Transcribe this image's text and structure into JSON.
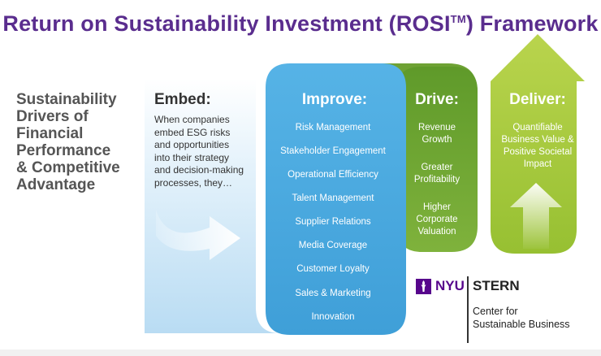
{
  "title": {
    "main": "Return on Sustainability Investment (ROSI",
    "tm": "TM",
    "suffix": ") Framework"
  },
  "drivers": [
    "Sustainability",
    "Drivers of",
    "Financial",
    "Performance",
    "& Competitive",
    "Advantage"
  ],
  "embed": {
    "heading": "Embed:",
    "body": [
      "When companies",
      "embed ESG risks",
      "and opportunities",
      "into their strategy",
      "and decision-making",
      "processes, they…"
    ]
  },
  "improve": {
    "heading": "Improve:",
    "items": [
      "Risk Management",
      "Stakeholder Engagement",
      "Operational Efficiency",
      "Talent Management",
      "Supplier Relations",
      "Media Coverage",
      "Customer Loyalty",
      "Sales & Marketing",
      "Innovation"
    ]
  },
  "drive": {
    "heading": "Drive:",
    "items": [
      [
        "Revenue",
        "Growth"
      ],
      [
        "Greater",
        "Profitability"
      ],
      [
        "Higher",
        "Corporate",
        "Valuation"
      ]
    ]
  },
  "deliver": {
    "heading": "Deliver:",
    "body": [
      "Quantifiable",
      "Business Value &",
      "Positive Societal",
      "Impact"
    ]
  },
  "logo": {
    "nyu": "NYU",
    "stern": "STERN",
    "center": [
      "Center for",
      "Sustainable Business"
    ],
    "brand_color": "#57068c"
  },
  "colors": {
    "title": "#5a2d8e",
    "embed_light": "#cfe8f7",
    "improve_blue": "#4aa8e0",
    "drive_green": "#6ea234",
    "deliver_green": "#a8c93c"
  }
}
